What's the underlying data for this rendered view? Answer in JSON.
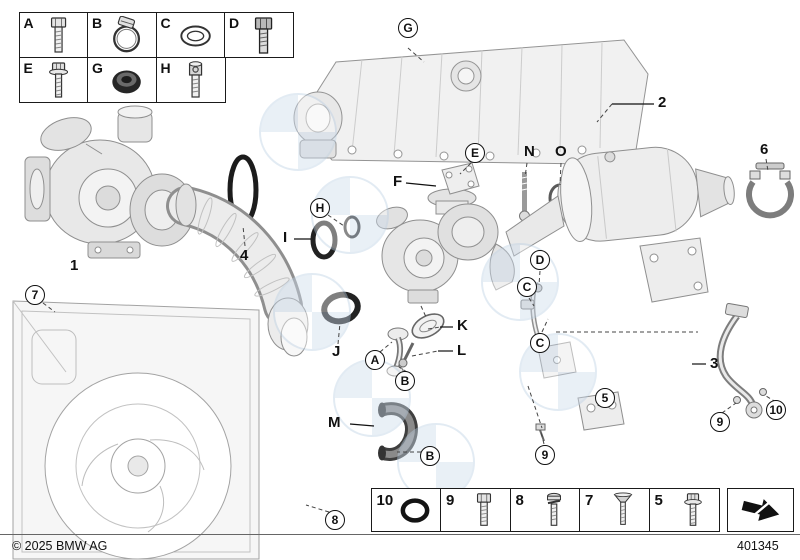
{
  "meta": {
    "copyright": "© 2025 BMW AG",
    "diagram_number": "401345"
  },
  "legend_top": {
    "cells": [
      {
        "label": "A",
        "icon": "hex-bolt-icon",
        "ref": "#i-hex-bolt"
      },
      {
        "label": "B",
        "icon": "hose-clamp-icon",
        "ref": "#i-hose-clamp"
      },
      {
        "label": "C",
        "icon": "washer-icon",
        "ref": "#i-washer"
      },
      {
        "label": "D",
        "icon": "hex-bolt-large-icon",
        "ref": "#i-hex-bolt-dark"
      },
      {
        "label": "E",
        "icon": "flange-bolt-icon",
        "ref": "#i-flange-bolt"
      },
      {
        "label": "G",
        "icon": "grommet-icon",
        "ref": "#i-grommet"
      },
      {
        "label": "H",
        "icon": "socket-screw-icon",
        "ref": "#i-socket-screw"
      }
    ]
  },
  "legend_bottom": {
    "cells": [
      {
        "label": "10",
        "icon": "o-ring-icon",
        "ref": "#i-oring"
      },
      {
        "label": "9",
        "icon": "hex-bolt-icon",
        "ref": "#i-hex-bolt"
      },
      {
        "label": "8",
        "icon": "screw-washer-icon",
        "ref": "#i-screw-washer"
      },
      {
        "label": "7",
        "icon": "countersunk-screw-icon",
        "ref": "#i-csk-screw"
      },
      {
        "label": "5",
        "icon": "flange-bolt-icon",
        "ref": "#i-flange-bolt"
      }
    ],
    "more_icon": "continue-arrow-icon"
  },
  "callouts": {
    "p1": {
      "label": "1"
    },
    "p2": {
      "label": "2"
    },
    "p3": {
      "label": "3"
    },
    "p4": {
      "label": "4"
    },
    "p6": {
      "label": "6"
    },
    "pF": {
      "label": "F"
    },
    "pI": {
      "label": "I"
    },
    "pJ": {
      "label": "J"
    },
    "pK": {
      "label": "K"
    },
    "pL": {
      "label": "L"
    },
    "pM": {
      "label": "M"
    },
    "pN": {
      "label": "N"
    },
    "pO": {
      "label": "O"
    },
    "cG": {
      "label": "G"
    },
    "cE": {
      "label": "E"
    },
    "cH": {
      "label": "H"
    },
    "cA": {
      "label": "A"
    },
    "cB1": {
      "label": "B"
    },
    "cB2": {
      "label": "B"
    },
    "cC1": {
      "label": "C"
    },
    "cC2": {
      "label": "C"
    },
    "cD": {
      "label": "D"
    },
    "c5": {
      "label": "5"
    },
    "c7": {
      "label": "7"
    },
    "c8": {
      "label": "8"
    },
    "c9a": {
      "label": "9"
    },
    "c9b": {
      "label": "9"
    },
    "c10": {
      "label": "10"
    }
  }
}
